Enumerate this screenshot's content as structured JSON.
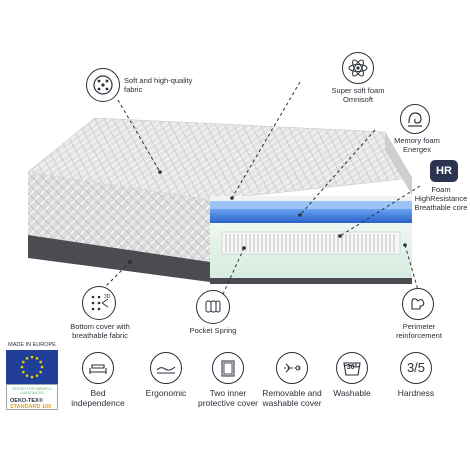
{
  "callouts": {
    "soft_fabric": "Soft and high-quality fabric",
    "super_soft_foam": "Super soft foam Omnisoft",
    "memory_foam": "Memory foam Energex",
    "hr_badge": "HR",
    "hr_foam": "Foam HighResistance Breathable core",
    "bottom_cover": "Bottom cover with breathable fabric",
    "pocket_spring": "Pocket Spring",
    "perimeter": "Perimeter reinforcement"
  },
  "certifications": {
    "made_in_europe": "MADE IN EUROPE",
    "oeko_small": "TESTED FOR HARMFUL SUBSTANCES",
    "oeko_brand": "OEKO-TEX®",
    "oeko_standard": "STANDARD 100"
  },
  "features": [
    {
      "label": "Bed independence",
      "icon": "bed-icon"
    },
    {
      "label": "Ergonomic",
      "icon": "ergonomic-icon"
    },
    {
      "label": "Two inner protective cover",
      "icon": "cover-icon"
    },
    {
      "label": "Removable and washable cover",
      "icon": "zipper-icon"
    },
    {
      "label": "Washable",
      "icon": "washable-icon"
    },
    {
      "label": "Hardness",
      "icon": "hardness-icon"
    }
  ],
  "washable_temp": "30°",
  "hardness_value": "3/5",
  "colors": {
    "ink": "#2b2f3a",
    "foam_blue": "#2f6fd6",
    "mattress_grey": "#d9d9d9",
    "base_dark": "#4a4c52",
    "eu_blue": "#1f3f99",
    "eu_star": "#f5d000",
    "hr_badge": "#2a3450"
  }
}
